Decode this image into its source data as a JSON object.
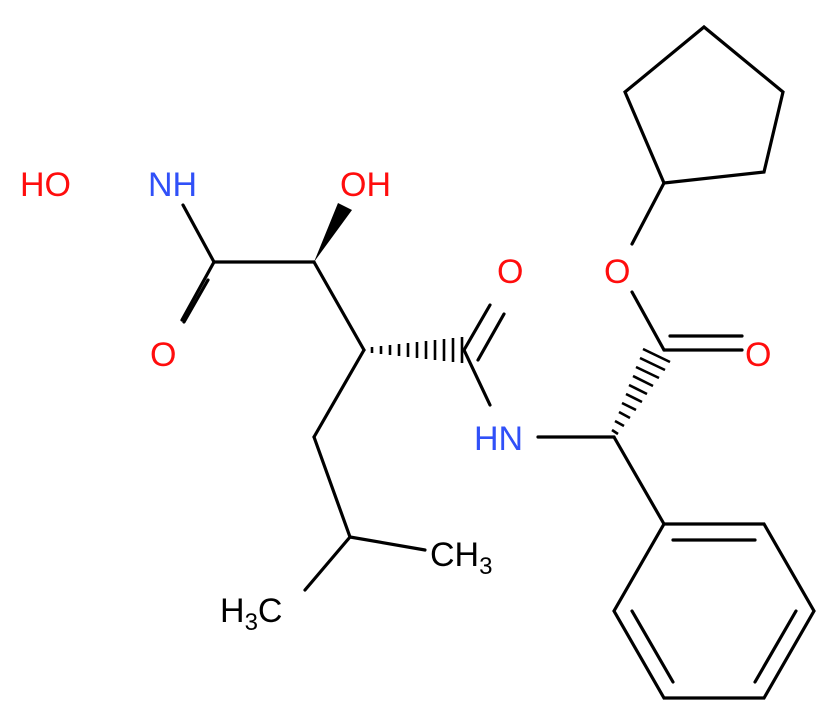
{
  "colors": {
    "O": "#ff0d0d",
    "N": "#3050f8",
    "C": "#000000",
    "bond": "#000000"
  },
  "atom_labels": {
    "ho_left": "HO",
    "nh_top": "NH",
    "oh": "OH",
    "o_hydroxamic": "O",
    "o_amide": "O",
    "hn": "HN",
    "o_ester": "O",
    "o_carbonyl": "O",
    "ch3_right": {
      "main": "CH",
      "sub": "3"
    },
    "h3c_left": {
      "main": "H",
      "sub": "3",
      "tail": "C"
    }
  }
}
